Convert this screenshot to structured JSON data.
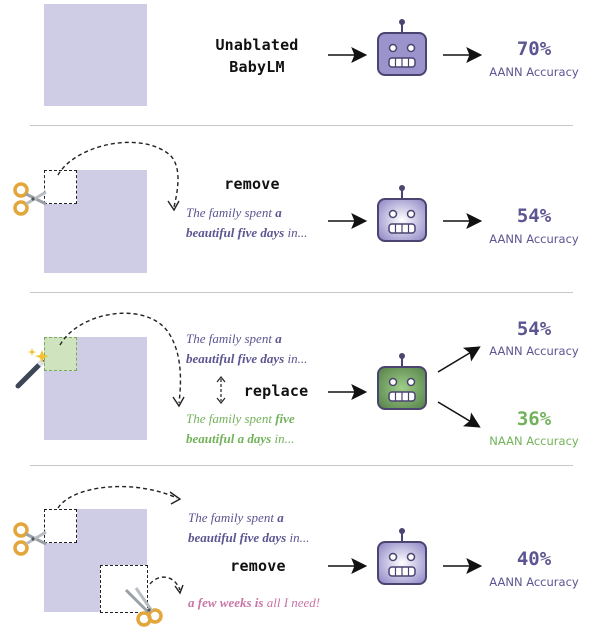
{
  "colors": {
    "block": "#cfcde6",
    "robot_purple": "#9a93cc",
    "robot_green": "#6e9a5e",
    "text_purple": "#5b5591",
    "text_green": "#72b25a",
    "text_pink": "#c974a6",
    "scissors_gold": "#e2a63a"
  },
  "rows": [
    {
      "operation": "Unablated BabyLM",
      "operation_lines": [
        "Unablated",
        "BabyLM"
      ],
      "result": {
        "percent": "70%",
        "metric": "AANN Accuracy"
      }
    },
    {
      "operation": "remove",
      "sentence": {
        "pre": "The family spent ",
        "bold1": "a",
        "line2_bold": "beautiful five days",
        "post": " in..."
      },
      "result": {
        "percent": "54%",
        "metric": "AANN Accuracy"
      }
    },
    {
      "operation": "replace",
      "sentence_original": {
        "pre": "The family spent ",
        "bold1": "a",
        "line2_bold": "beautiful five days",
        "post": " in..."
      },
      "sentence_replaced": {
        "pre": "The family spent ",
        "bold1": "five",
        "line2_bold": "beautiful a days",
        "post": " in..."
      },
      "results": [
        {
          "percent": "54%",
          "metric": "AANN Accuracy"
        },
        {
          "percent": "36%",
          "metric": "NAAN Accuracy"
        }
      ]
    },
    {
      "operation": "remove",
      "sentence": {
        "pre": "The family spent ",
        "bold1": "a",
        "line2_bold": "beautiful five days",
        "post": " in..."
      },
      "sentence2": {
        "bold": "a few weeks is",
        "rest": " all I need!"
      },
      "result": {
        "percent": "40%",
        "metric": "AANN Accuracy"
      }
    }
  ]
}
